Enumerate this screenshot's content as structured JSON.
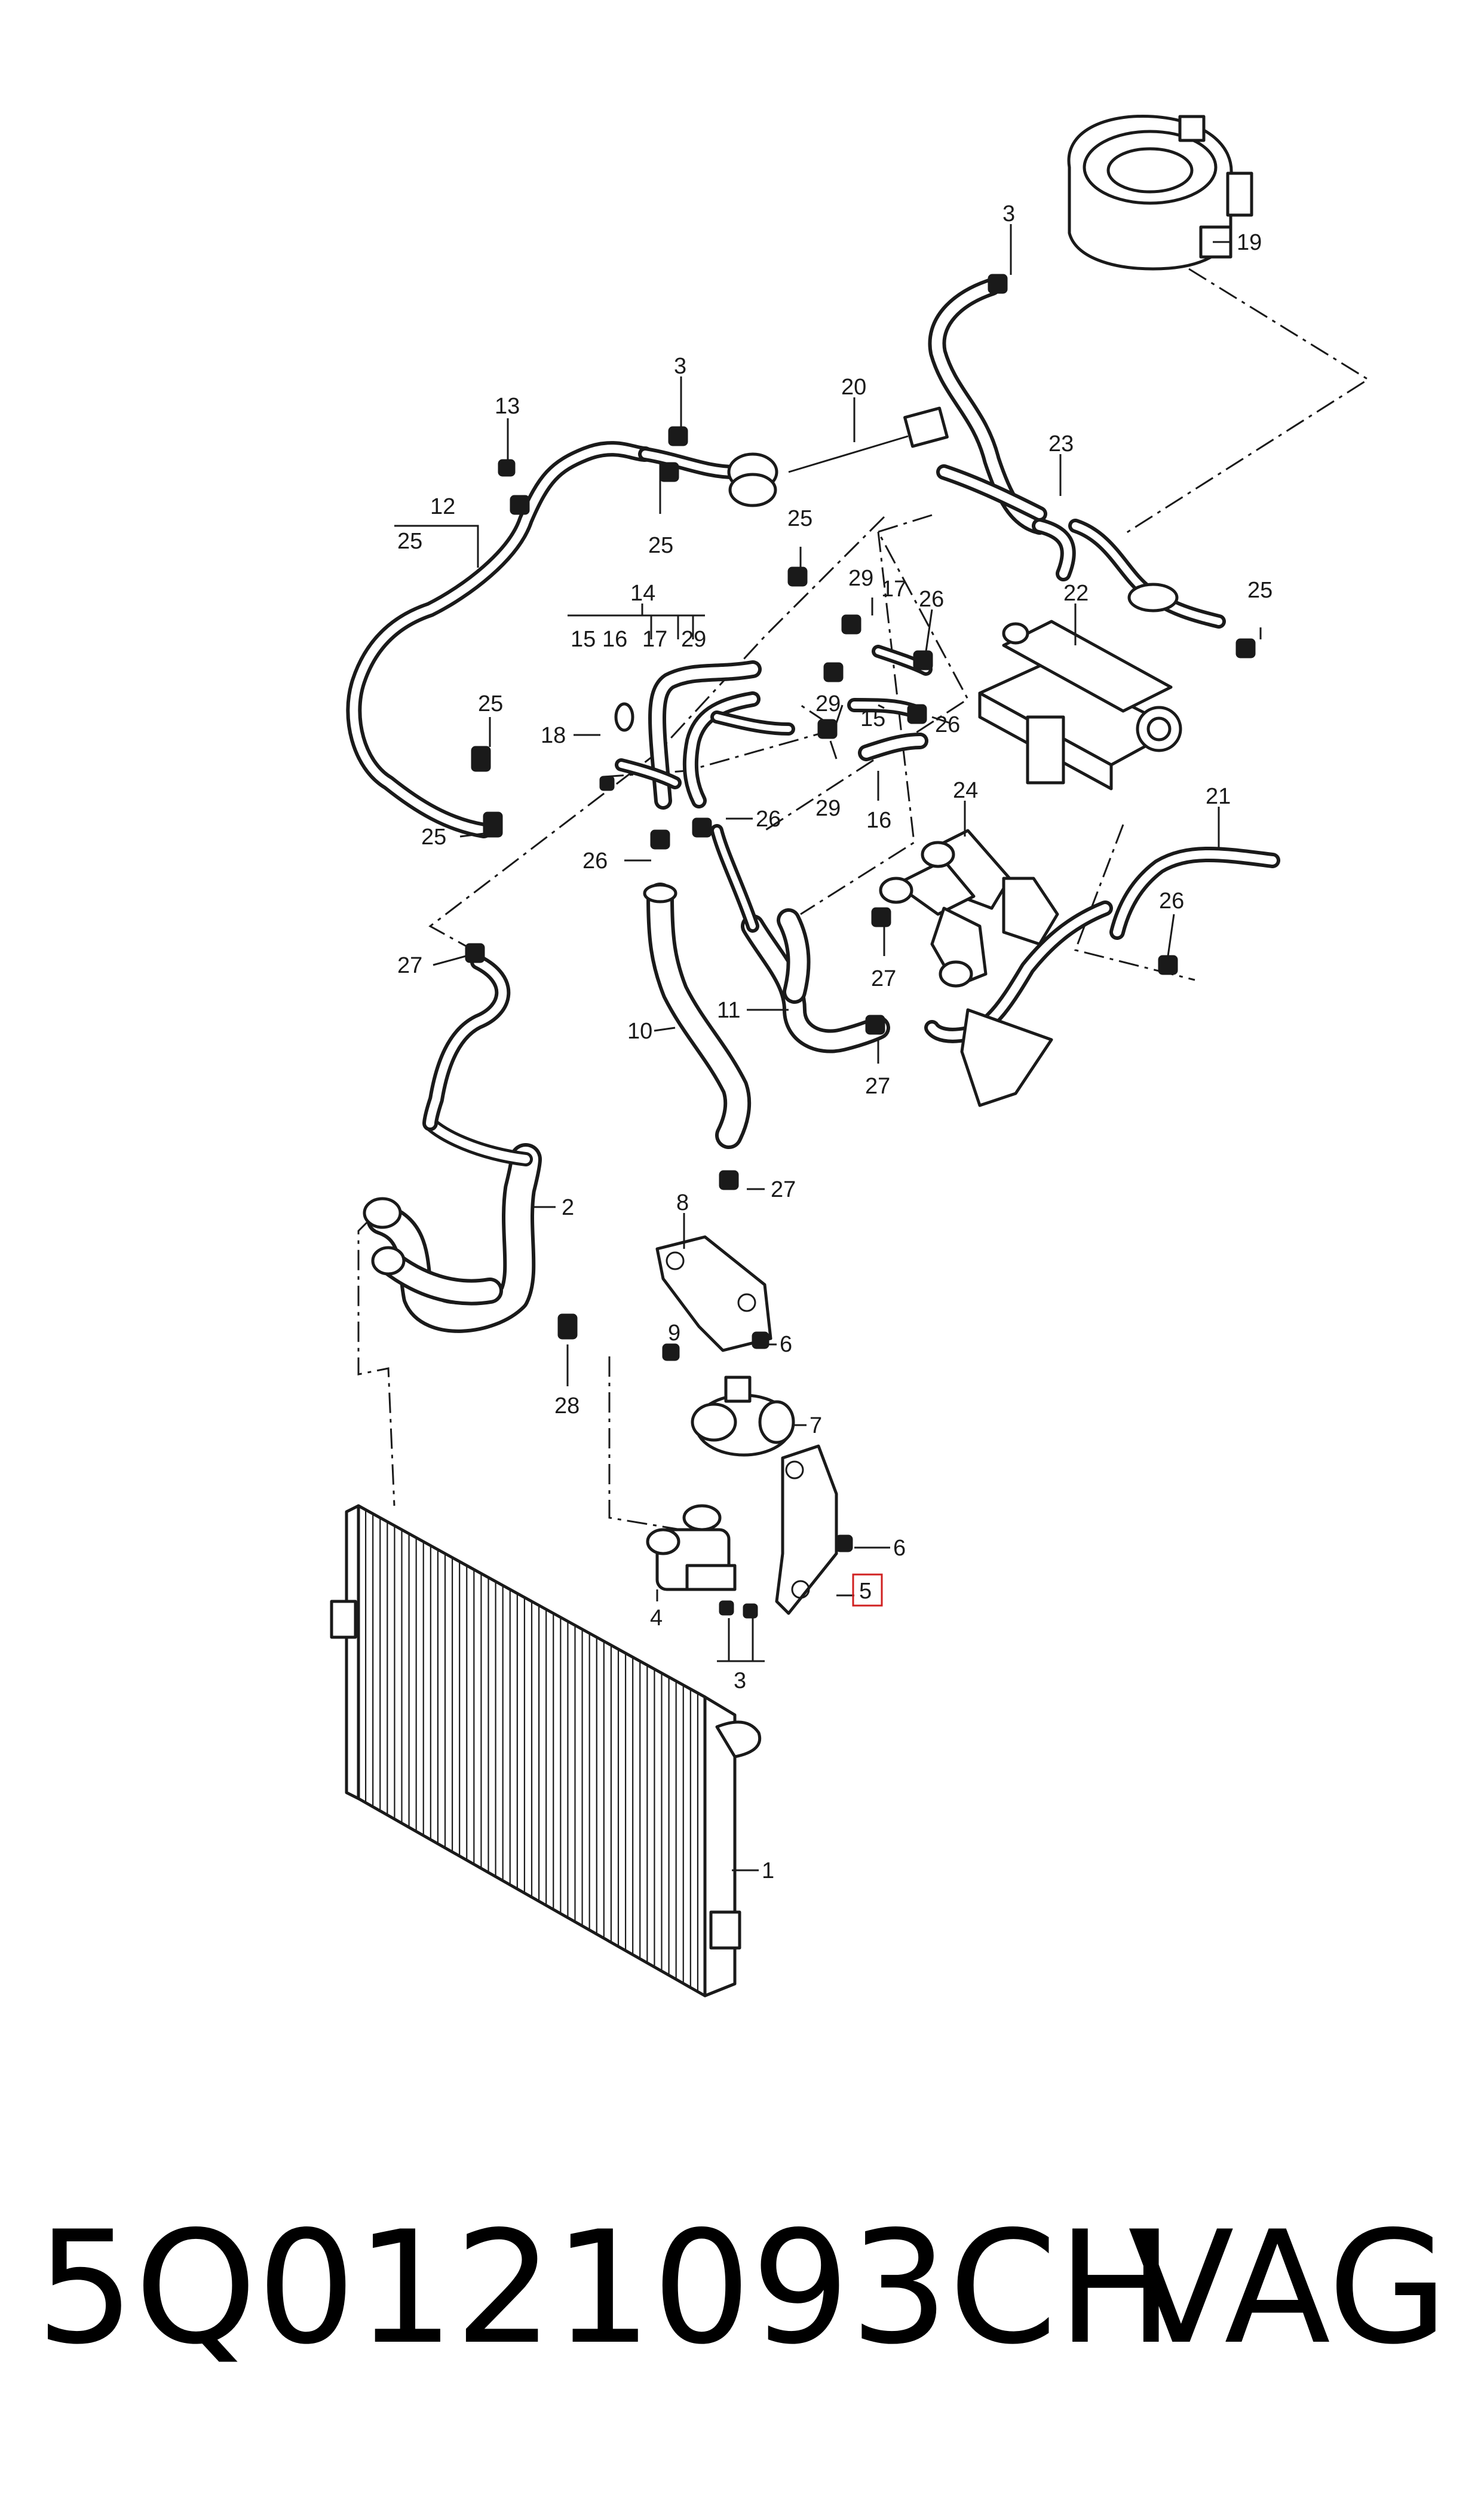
{
  "diagram": {
    "callouts": [
      {
        "id": "c1",
        "text": "1"
      },
      {
        "id": "c2",
        "text": "2"
      },
      {
        "id": "c3a",
        "text": "3"
      },
      {
        "id": "c3b",
        "text": "3"
      },
      {
        "id": "c3c",
        "text": "3"
      },
      {
        "id": "c4",
        "text": "4"
      },
      {
        "id": "c5",
        "text": "5"
      },
      {
        "id": "c6a",
        "text": "6"
      },
      {
        "id": "c6b",
        "text": "6"
      },
      {
        "id": "c7",
        "text": "7"
      },
      {
        "id": "c8",
        "text": "8"
      },
      {
        "id": "c9",
        "text": "9"
      },
      {
        "id": "c10",
        "text": "10"
      },
      {
        "id": "c11",
        "text": "11"
      },
      {
        "id": "c12",
        "text": "12"
      },
      {
        "id": "c12s",
        "text": "25"
      },
      {
        "id": "c13",
        "text": "13"
      },
      {
        "id": "c14",
        "text": "14"
      },
      {
        "id": "c14s1",
        "text": "15"
      },
      {
        "id": "c14s2",
        "text": "16"
      },
      {
        "id": "c14s3",
        "text": "17"
      },
      {
        "id": "c14s4",
        "text": "29"
      },
      {
        "id": "c15",
        "text": "15"
      },
      {
        "id": "c16",
        "text": "16"
      },
      {
        "id": "c17",
        "text": "17"
      },
      {
        "id": "c18",
        "text": "18"
      },
      {
        "id": "c19",
        "text": "19"
      },
      {
        "id": "c20",
        "text": "20"
      },
      {
        "id": "c21",
        "text": "21"
      },
      {
        "id": "c22",
        "text": "22"
      },
      {
        "id": "c23",
        "text": "23"
      },
      {
        "id": "c24",
        "text": "24"
      },
      {
        "id": "c25a",
        "text": "25"
      },
      {
        "id": "c25b",
        "text": "25"
      },
      {
        "id": "c25c",
        "text": "25"
      },
      {
        "id": "c25d",
        "text": "25"
      },
      {
        "id": "c25e",
        "text": "25"
      },
      {
        "id": "c26a",
        "text": "26"
      },
      {
        "id": "c26b",
        "text": "26"
      },
      {
        "id": "c26c",
        "text": "26"
      },
      {
        "id": "c26d",
        "text": "26"
      },
      {
        "id": "c26e",
        "text": "26"
      },
      {
        "id": "c27a",
        "text": "27"
      },
      {
        "id": "c27b",
        "text": "27"
      },
      {
        "id": "c27c",
        "text": "27"
      },
      {
        "id": "c27d",
        "text": "27"
      },
      {
        "id": "c28",
        "text": "28"
      },
      {
        "id": "c29a",
        "text": "29"
      },
      {
        "id": "c29b",
        "text": "29"
      },
      {
        "id": "c29c",
        "text": "29"
      }
    ]
  },
  "footer": {
    "part_number": "5Q0121093CH",
    "brand": "VAG"
  },
  "colors": {
    "line": "#1a1a1a",
    "highlight": "#d02020",
    "background": "#ffffff"
  }
}
